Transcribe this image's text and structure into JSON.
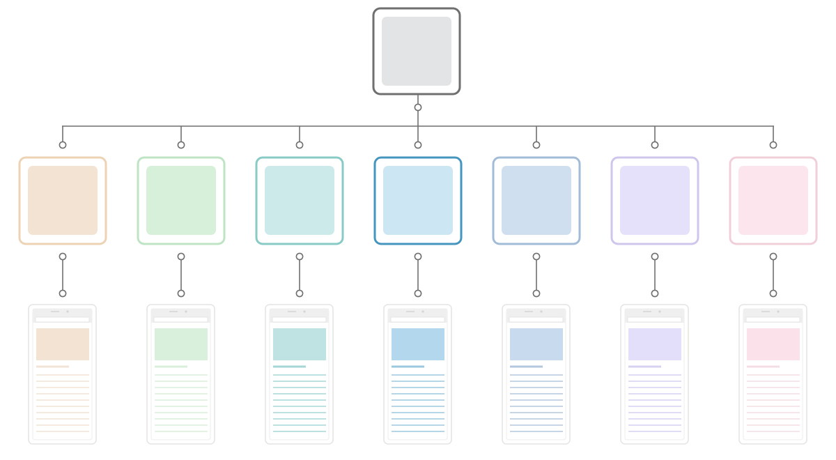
{
  "root": {
    "border_color": "#6f6f6f",
    "fill_color": "#e3e4e5"
  },
  "connector_color": "#6f6f6f",
  "branches": [
    {
      "key": "peach",
      "border": "#ecd3b4",
      "fill": "#f3e3d3",
      "phone_banner": "#f3e3d3",
      "phone_line": "#f1e4d6",
      "phone_accent": "#f1e4d6"
    },
    {
      "key": "green",
      "border": "#bfe4c4",
      "fill": "#d7f0d9",
      "phone_banner": "#d9f0dd",
      "phone_line": "#d9efdc",
      "phone_accent": "#d9efdc"
    },
    {
      "key": "teal",
      "border": "#88cbc5",
      "fill": "#cdeaea",
      "phone_banner": "#bfe3e3",
      "phone_line": "#a5d7d6",
      "phone_accent": "#a5d7d6"
    },
    {
      "key": "blue",
      "border": "#4596be",
      "fill": "#cde6f4",
      "phone_banner": "#b3d8ee",
      "phone_line": "#9bc8df",
      "phone_accent": "#9bc8df"
    },
    {
      "key": "navy",
      "border": "#a2bcd7",
      "fill": "#cfdff0",
      "phone_banner": "#c8daee",
      "phone_line": "#b3c8de",
      "phone_accent": "#b3c8de"
    },
    {
      "key": "violet",
      "border": "#cfc6ec",
      "fill": "#e5e1fb",
      "phone_banner": "#e3def9",
      "phone_line": "#d7d1f2",
      "phone_accent": "#d7d1f2"
    },
    {
      "key": "pink",
      "border": "#f1cfd9",
      "fill": "#fce5ec",
      "phone_banner": "#fbe1ea",
      "phone_line": "#f4dde4",
      "phone_accent": "#f4dde4"
    }
  ],
  "phone": {
    "frame_color": "#e4e4e4",
    "bar_color": "#efefef",
    "text_rows": 10
  }
}
